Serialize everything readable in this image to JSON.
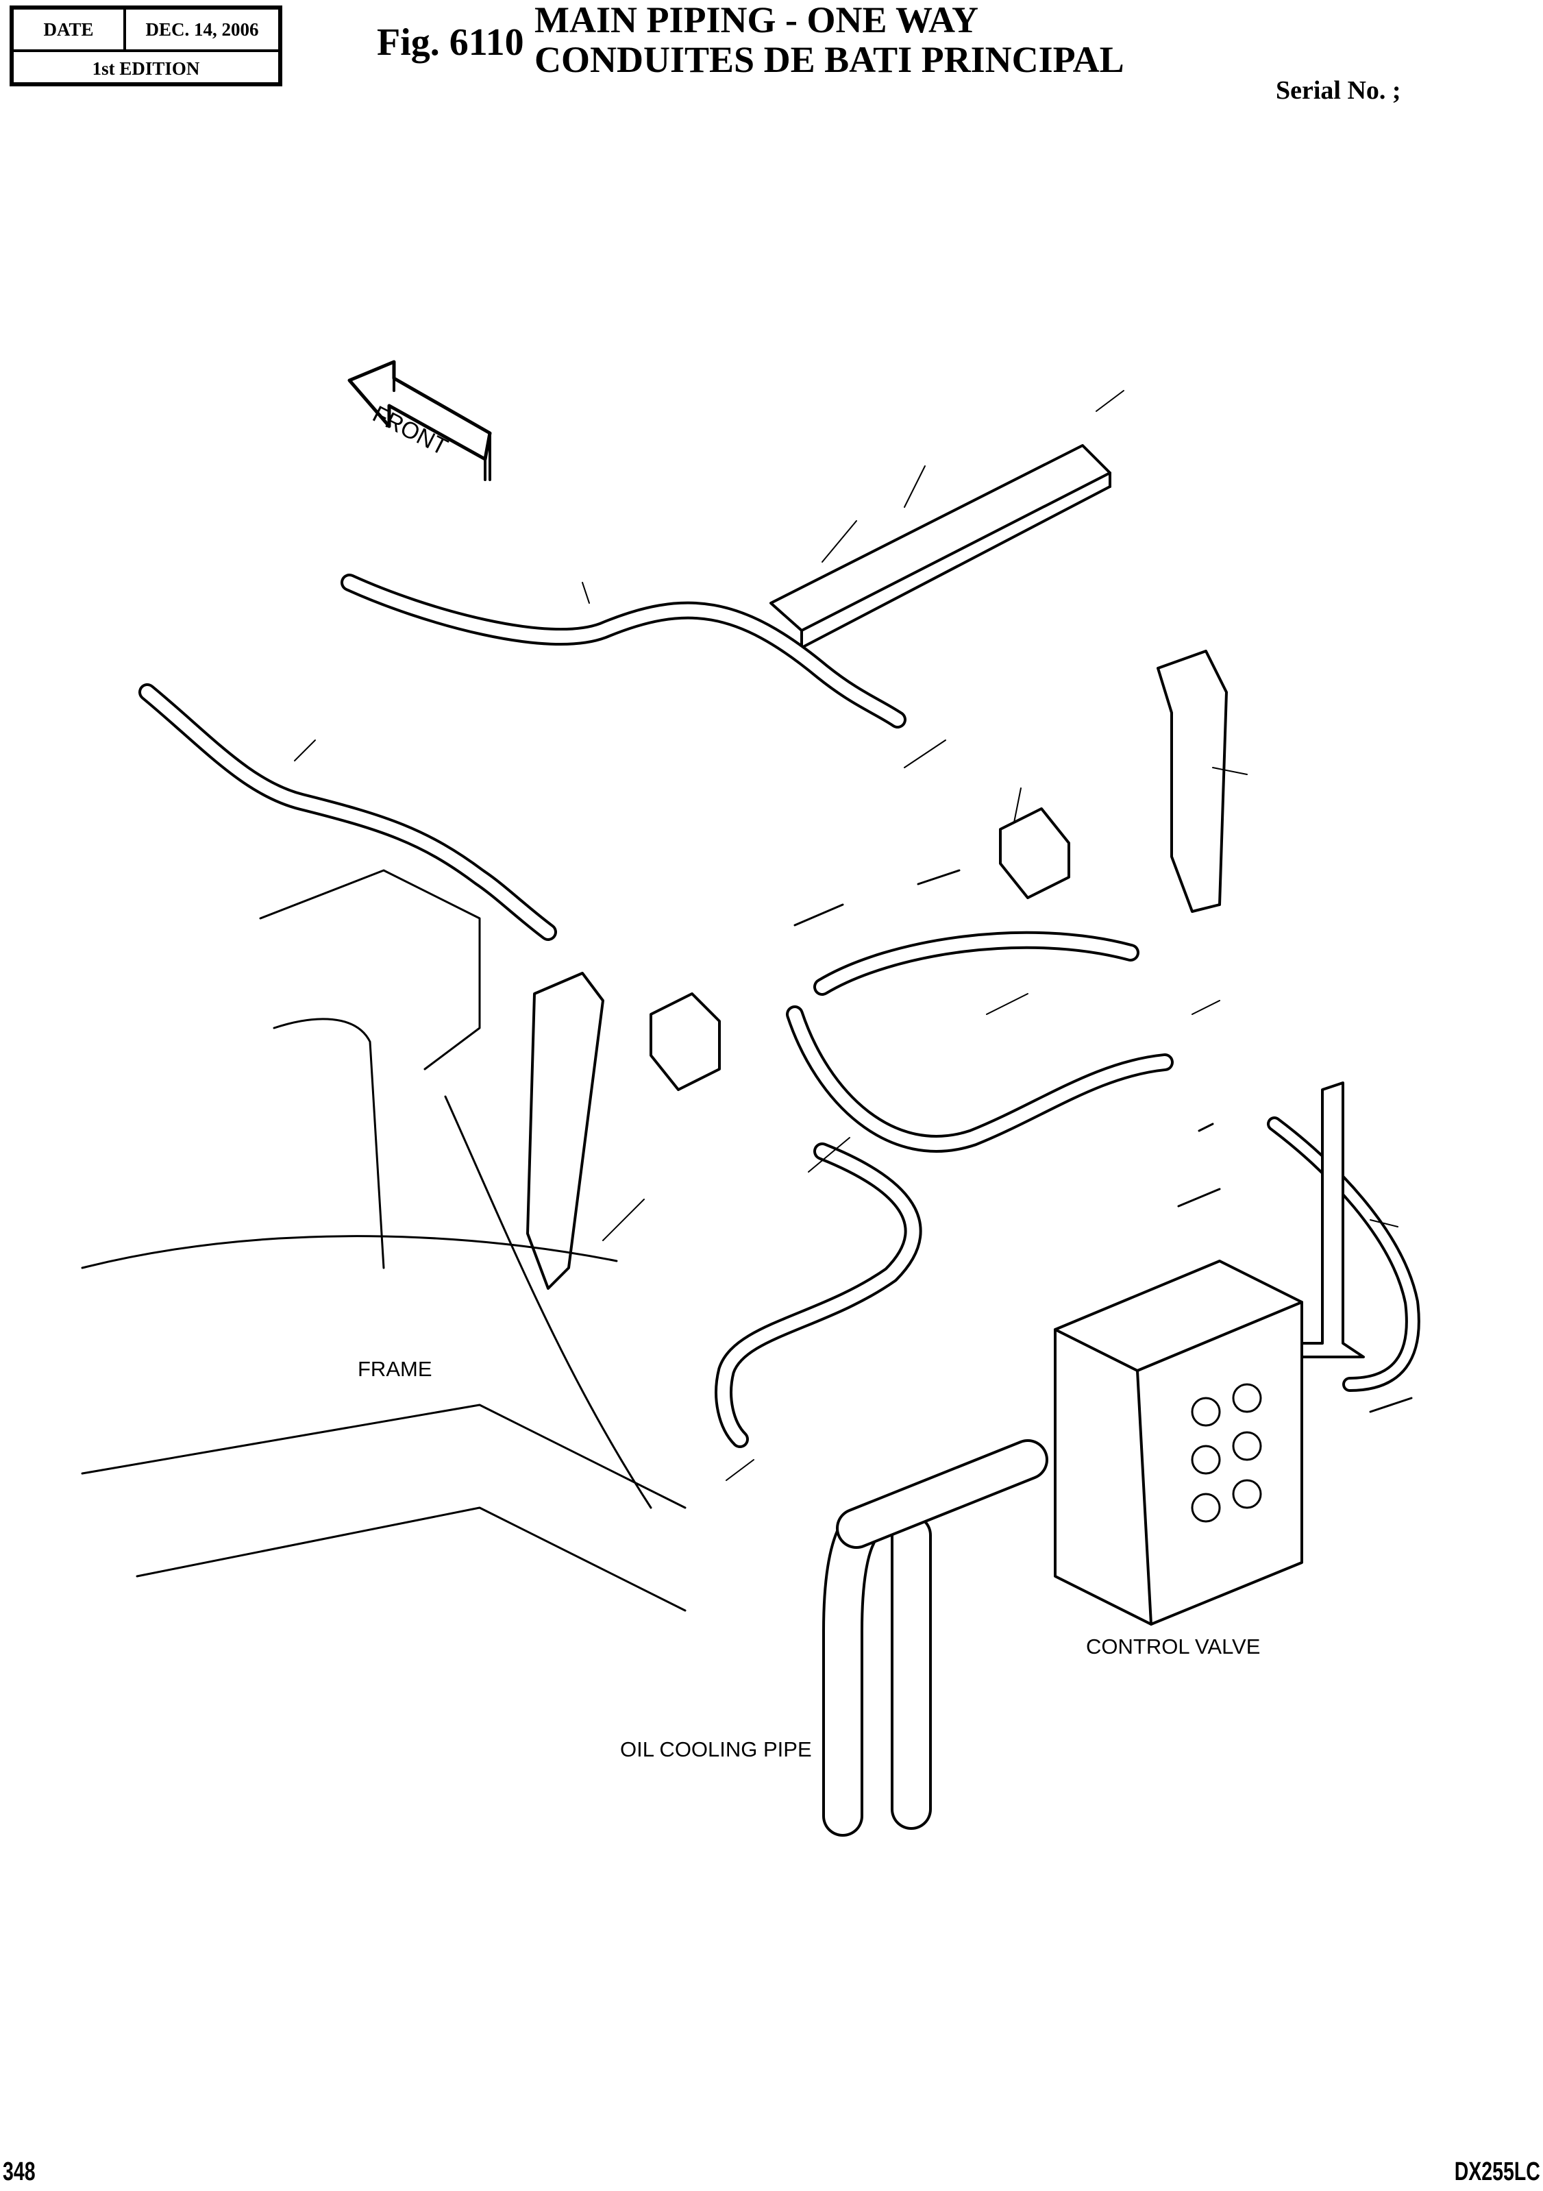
{
  "header": {
    "date_label": "DATE",
    "date_value": "DEC. 14, 2006",
    "edition": "1st EDITION",
    "figure_number": "Fig. 6110",
    "title_en": "MAIN PIPING - ONE WAY",
    "title_fr": "CONDUITES DE BATI PRINCIPAL",
    "serial": "Serial No. ;"
  },
  "diagram": {
    "front_arrow": "FRONT",
    "labels": {
      "frame": "FRAME",
      "control_valve": "CONTROL VALVE",
      "oil_cooling_pipe": "OIL COOLING PIPE"
    }
  },
  "footer": {
    "page_number": "348",
    "model": "DX255LC"
  }
}
